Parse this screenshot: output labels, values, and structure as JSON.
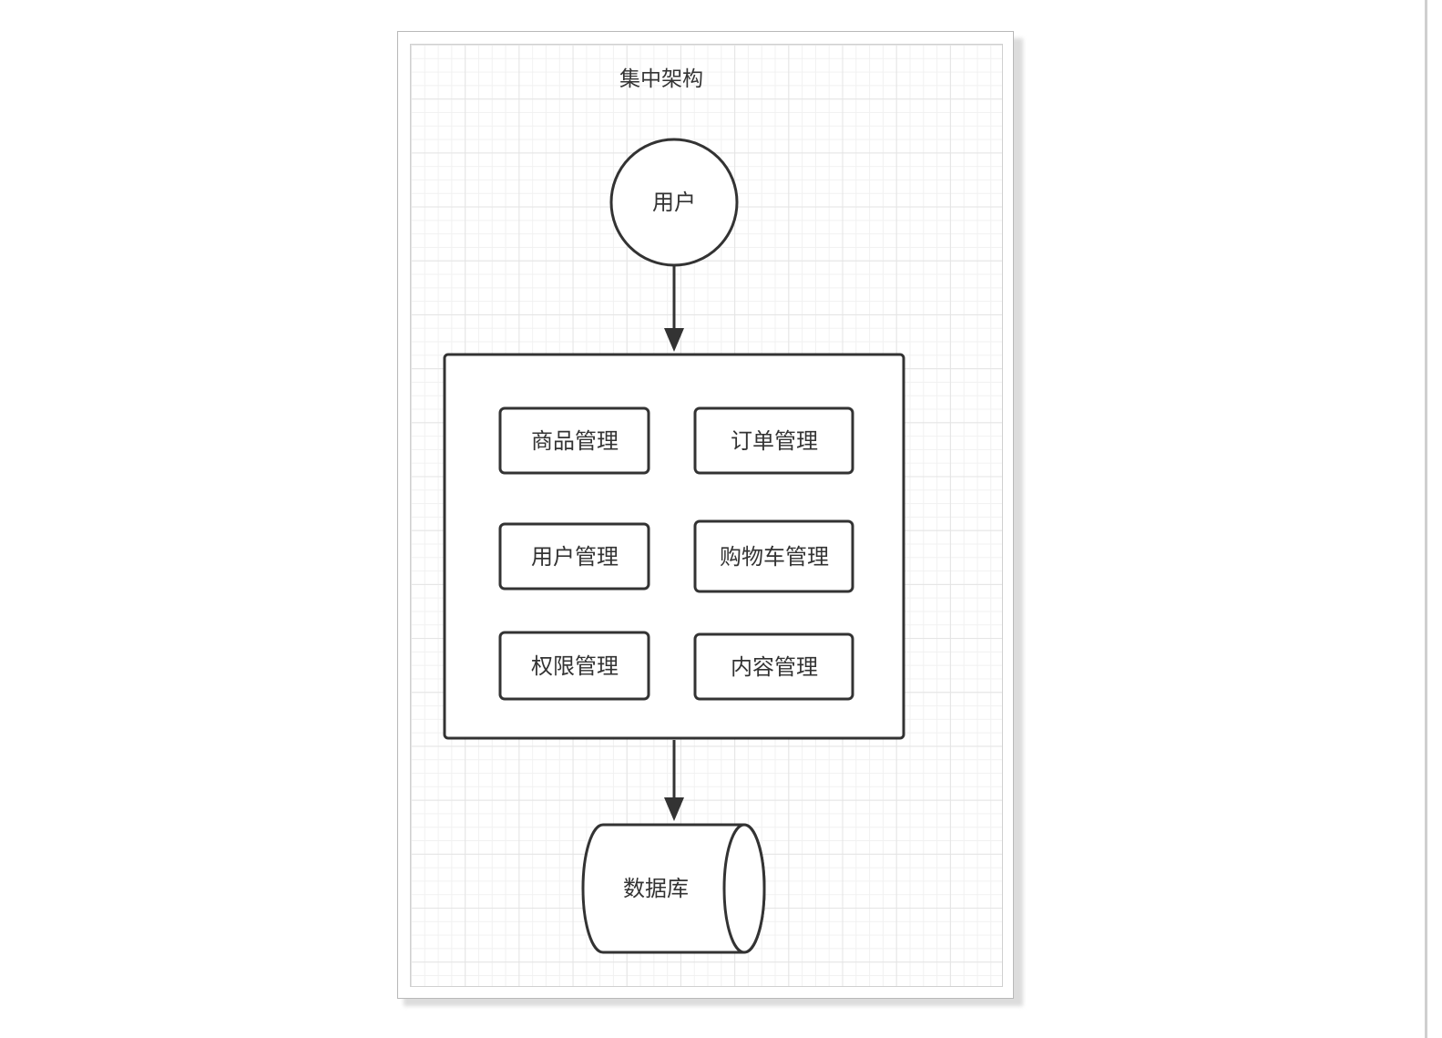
{
  "diagram": {
    "title": "集中架构",
    "user_node": {
      "label": "用户"
    },
    "system_box": {
      "modules": [
        {
          "label": "商品管理"
        },
        {
          "label": "订单管理"
        },
        {
          "label": "用户管理"
        },
        {
          "label": "购物车管理"
        },
        {
          "label": "权限管理"
        },
        {
          "label": "内容管理"
        }
      ]
    },
    "database_node": {
      "label": "数据库"
    },
    "edges": [
      {
        "from": "用户",
        "to": "system_box"
      },
      {
        "from": "system_box",
        "to": "数据库"
      }
    ]
  },
  "colors": {
    "stroke": "#333333",
    "grid": "#e4e4e4",
    "background": "#ffffff"
  }
}
